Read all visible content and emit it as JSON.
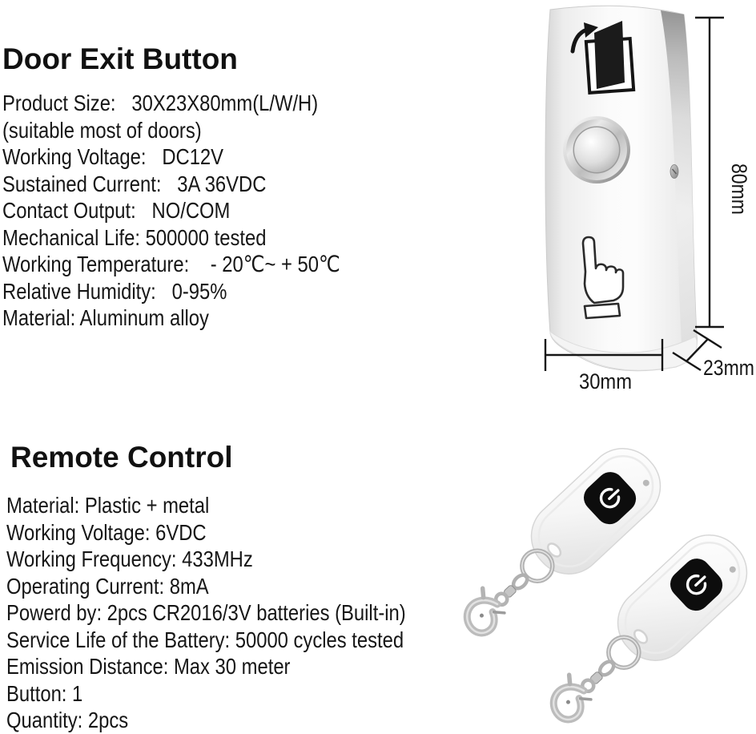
{
  "colors": {
    "background": "#ffffff",
    "text": "#1a1a1a",
    "device_metal_light": "#fbfbfb",
    "device_metal_dark": "#8d8d8d",
    "remote_body": "#ffffff",
    "remote_button": "#0d0d0d",
    "power_glyph": "#ffffff",
    "keychain_metal": "#bcbcbc"
  },
  "door_section": {
    "title": "Door Exit Button",
    "specs": [
      "Product Size:   30X23X80mm(L/W/H)",
      "(suitable most of doors)",
      "Working Voltage:   DC12V",
      "Sustained Current:   3A 36VDC",
      "Contact Output:   NO/COM",
      "Mechanical Life: 500000 tested",
      "Working Temperature:    - 20℃~ + 50℃",
      "Relative Humidity:   0-95%",
      "Material: Aluminum alloy"
    ],
    "dimensions": {
      "height_label": "80mm",
      "width_label": "30mm",
      "depth_label": "23mm"
    }
  },
  "remote_section": {
    "title": "Remote Control",
    "specs": [
      "Material: Plastic + metal",
      "Working Voltage: 6VDC",
      "Working Frequency: 433MHz",
      "Operating Current: 8mA",
      "Powerd by: 2pcs CR2016/3V batteries (Built-in)",
      "Service Life of the Battery: 50000 cycles tested",
      "Emission Distance: Max 30 meter",
      "Button: 1",
      "Quantity: 2pcs"
    ]
  },
  "icons": {
    "door_open": "open-door-with-swing-arrow",
    "push_button": "round-metal-push-button",
    "hand_press": "pointing-hand-press",
    "power": "power-symbol",
    "led": "led-indicator-dot",
    "keychain": "split-ring-lobster-clasp"
  }
}
